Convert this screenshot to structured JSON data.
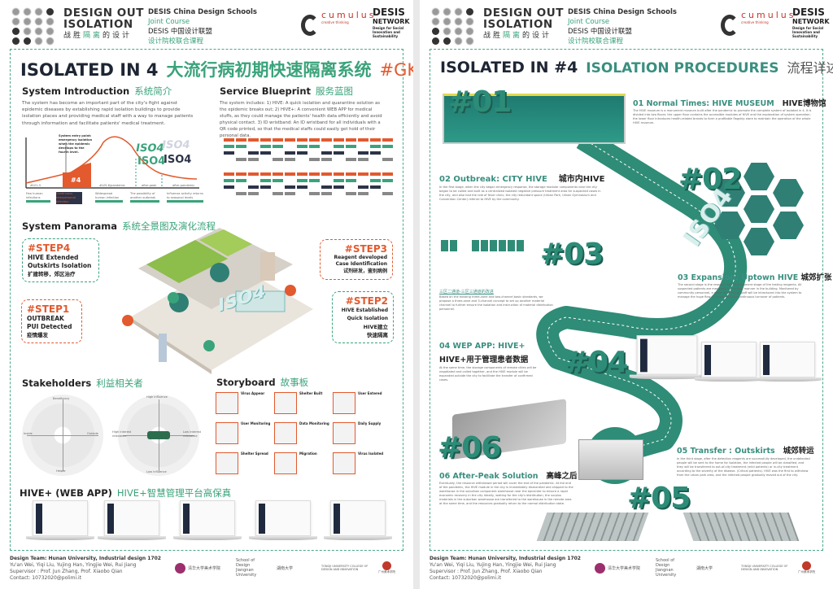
{
  "brand": {
    "logo_line1": "DESIGN OUT",
    "logo_line2": "ISOLATION",
    "logo_cn_a": "战胜",
    "logo_cn_b": "隔离",
    "logo_cn_c": "的设计",
    "desis_line1": "DESIS China Design Schools",
    "desis_line2": "Joint Course",
    "desis_line3": "DESIS 中国设计联盟",
    "desis_line4": "设计院校联合课程",
    "cumulus": "cumulus",
    "cumulus_sub": "creative thinking",
    "network_1": "DESIS",
    "network_2": "NETWORK",
    "network_3": "Design for Social Innovation and Sustainability"
  },
  "left": {
    "title_en": "ISOLATED IN 4",
    "title_cn": "大流行病初期快速隔离系统",
    "title_tag": "#GKD#",
    "intro": {
      "heading": "System Introduction",
      "heading_cn": "系统简介",
      "body": "The system has become an important part of the city's fight against epidemic diseases by establishing rapid isolation buildings to provide isolation places and providing medical staff with a way to manage patients through information and facilitate patients' medical treatment.",
      "chart_note": "System entry point: emergency isolation when the epidemic develops to the fourth level.",
      "marker": "#4",
      "iso": "ISO4",
      "phases": [
        "#LV1-3",
        "#LV5-6/pandemic",
        "after-peak",
        "after-pandemic"
      ],
      "phase_notes": [
        "Few human infections",
        "Continuous interpersonal infection",
        "Widespread human infection",
        "The possibility of another outbreak",
        "Influenza activity returns to seasonal levels"
      ]
    },
    "blueprint": {
      "heading": "Service Blueprint",
      "heading_cn": "服务蓝图",
      "body": "The system includes: 1) HIVE: A quick isolation and quarantine solution as the epidemic breaks out; 2) HIVE+: A convenient WEB APP for medical stuffs, as they could manage the patients' health data efficiently and avoid physical contact. 3) ID wristband: An ID wristband for all individuals with a QR code printed, so that the medical staffs could easily get hold of their personal data."
    },
    "panorama": {
      "heading": "System Panorama",
      "heading_cn": "系统全景图及演化流程",
      "iso": "ISO4",
      "steps": [
        {
          "num": "#STEP4",
          "l1": "HIVE Extended",
          "l2": "Outskirts Isolation",
          "cn": "扩建转移，郊区治疗"
        },
        {
          "num": "#STEP3",
          "l1": "Reagent developed",
          "l2": "Case Identification",
          "cn": "试剂研发，鉴别病例"
        },
        {
          "num": "#STEP1",
          "l1": "OUTBREAK",
          "l2": "PUI Detected",
          "cn": "疫情爆发"
        },
        {
          "num": "#STEP2",
          "l1": "HIVE Established",
          "l2": "Quick Isolation",
          "cn": "HIVE建立",
          "cn2": "快速隔离"
        }
      ]
    },
    "stakeholders": {
      "heading": "Stakeholders",
      "heading_cn": "利益相关者",
      "c1": {
        "top": "Beneficiary",
        "bottom": "Helper",
        "left": "Inside",
        "right": "Outside"
      },
      "c2": {
        "top": "High influence",
        "bottom": "Low influence",
        "left": "High interest relevance",
        "right": "Low interest relevance"
      }
    },
    "storyboard": {
      "heading": "Storyboard",
      "heading_cn": "故事板",
      "panels": [
        "Virus Appear",
        "Shelter Built",
        "User Entered",
        "User Monitoring",
        "Data Monitoring",
        "Daily Supply",
        "Shelter Spread",
        "Migration",
        "Virus Isolated"
      ]
    },
    "webapp": {
      "heading": "HIVE+ (WEB APP)",
      "heading_cn": "HIVE+智慧管理平台高保真"
    }
  },
  "right": {
    "title_a": "ISOLATED IN #4",
    "title_b": "ISOLATION PROCEDURES",
    "title_cn": "流程详述",
    "s01": {
      "num": "#01",
      "title": "01 Normal Times:  HIVE MUSEUM",
      "title_cn": "HIVE博物馆",
      "body": "The HIVE museum is a monument museum built after the pandemic to promote the complete system of isolated in 4. It is divided into two floors: the upper floor contains the accessible modules of HIVE and the explanation of system operation; the lower floor introduces health-related brands to form a profitable flagship store to maintain the operation of the whole HIVE museum."
    },
    "s02": {
      "num": "#02",
      "title": "02 Outbreak:  CITY HIVE",
      "title_cn": "城市内HIVE",
      "body": "In the first stage, when the city began emergency response, the storage modular components near the city began to be called and built as a centralized isolated negative pressure treatment area for suspected cases in the city, and also had the role of fever clinic; the city redundant space (Urban Park, Urban Gymnasium and Convention Center) referral to HIVE by the community."
    },
    "s03": {
      "num": "#03",
      "zone_title": "三区二通道-三区三通道的改进",
      "zone_body": "Based on the existing three-zone and two-channel basic standards, we propose a three-zone and 3-channel concept to set up another material channel to further ensure the isolation and instruction of material distribution personnel.",
      "title": "03 Expansion: Uptown HIVE",
      "title_cn": "城郊扩张",
      "body": "The second stage is the research and development stage of the testing reagents. All suspected patients are managed in a unified manner in the building. Monitored by community personnel, a client for medical staff will be introduced into the system to manage the huge flow of people and the continuous turnover of patients."
    },
    "s04": {
      "num": "#04",
      "title": "04 WEP APP:  HIVE+",
      "title_cn": "HIVE+用于管理患者数据",
      "body": "At the same time, the storage components of remote cities will be negotiated and called together, and the HIVE module will be expanded outside the city to facilitate the transfer of confirmed cases."
    },
    "s05": {
      "num": "#05",
      "title": "05 Transfer : Outskirts",
      "title_cn": "城郊转运",
      "body": "In the third stage, after the detection reagents are successfully developed, the undetected people will be sent to the home for isolation, the infected people will be classified, and they will be transferred to out-of-city treatment (mild patients) or in-city treatment according to the severity of the disease. (Critical patients). HIVE was the first to withdraw from the urban park area, and the infected people gradually moved out of the city."
    },
    "s06": {
      "num": "#06",
      "title": "06 After-Peak Solution",
      "title_cn": "高峰之后",
      "body": "Eventually, the resource withdrawal period will cover the end of the pandemic. At the end of the pandemic, the HIVE module in the city is immediately dismantled and shipped to the warehouse in the suburban component warehouse near the epicenter to ensure a rapid economic recovery in the city. Ideally, waiting for the city's distribution, the surplus materials in the suburban warehouse are transferred to the warehouse in the remote area at the same time, and the resources gradually return to the normal distribution state."
    }
  },
  "footer": {
    "team": "Design Team: Hunan University, Industrial design 1702",
    "members": "Yu'an Wei, Yiqi Liu, Yujing Han, Yingjie Wei, Rui Jiang",
    "supervisor": "Supervisor :   Prof. Jun Zhang, Prof. Xiaobo Qian",
    "contact": "Contact: 10732020@polimi.it",
    "partners": [
      "清华大学美术学院",
      "School of Design Jiangnan University",
      "湖南大学",
      "TONGJI UNIVERSITY COLLEGE OF DESIGN AND INNOVATION",
      "广州美术学院"
    ]
  },
  "colors": {
    "green": "#3aa37b",
    "orange": "#e25a2e",
    "teal": "#2f8c77",
    "navy": "#1e2533"
  }
}
